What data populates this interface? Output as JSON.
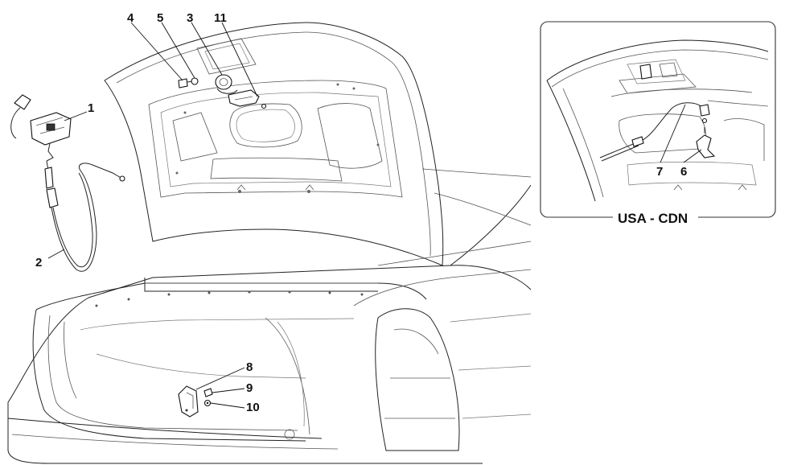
{
  "callouts": {
    "c1": "1",
    "c2": "2",
    "c3": "3",
    "c4": "4",
    "c5": "5",
    "c6": "6",
    "c7": "7",
    "c8": "8",
    "c9": "9",
    "c10": "10",
    "c11": "11"
  },
  "inset": {
    "label": "USA - CDN"
  }
}
